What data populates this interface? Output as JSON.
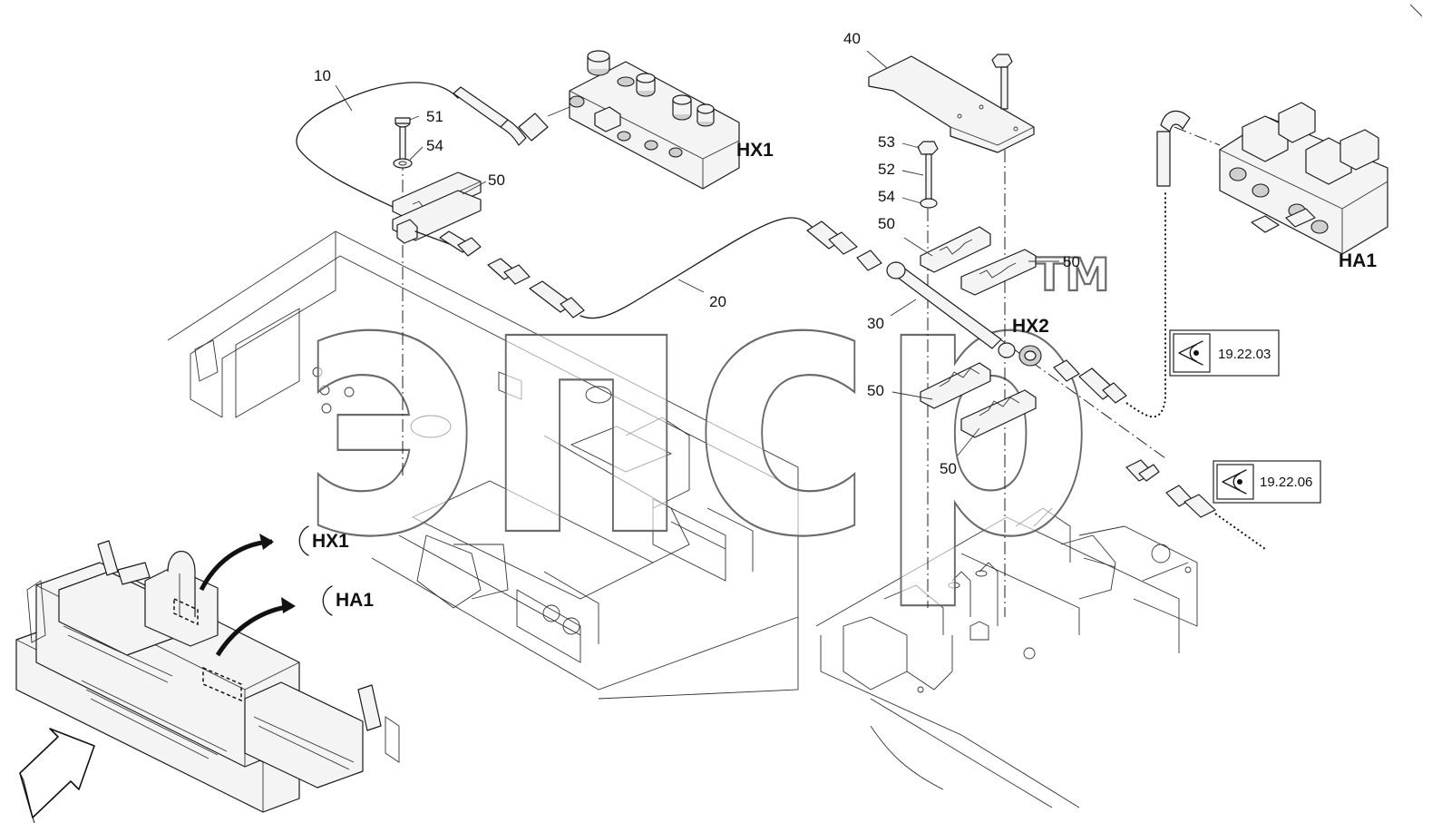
{
  "callouts": {
    "c10": "10",
    "c20": "20",
    "c30": "30",
    "c40": "40",
    "c50a": "50",
    "c50b": "50",
    "c50c": "50",
    "c50d": "50",
    "c50e": "50",
    "c51": "51",
    "c52": "52",
    "c53": "53",
    "c54a": "54",
    "c54b": "54"
  },
  "components": {
    "hx1": "HX1",
    "hx2": "HX2",
    "ha1": "HA1",
    "overview_hx1": "HX1",
    "overview_ha1": "HA1"
  },
  "references": {
    "ref1": "19.22.03",
    "ref2": "19.22.06"
  },
  "watermark": {
    "text": "эпср",
    "mark": "TM"
  },
  "icons": [
    "view-eye-icon",
    "direction-arrow-icon"
  ]
}
